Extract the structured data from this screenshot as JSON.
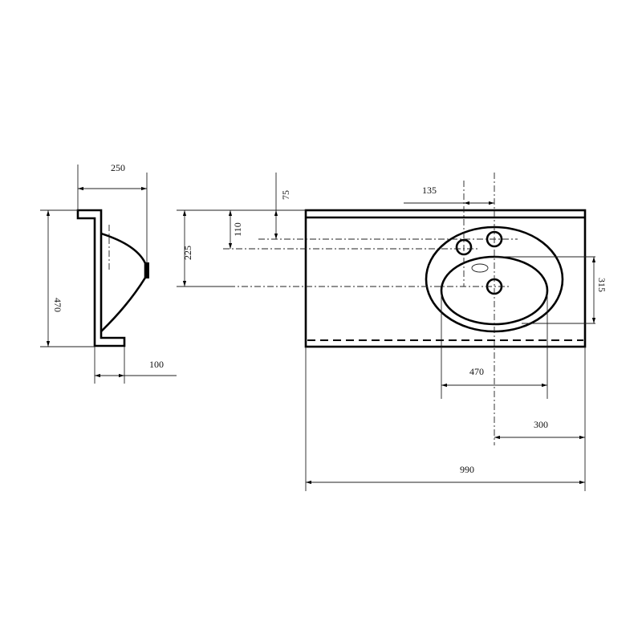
{
  "drawing": {
    "side_view": {
      "dim_depth": "250",
      "dim_height": "470",
      "dim_bottom_flange": "100"
    },
    "top_view": {
      "dim_225": "225",
      "dim_110": "110",
      "dim_75": "75",
      "dim_135": "135",
      "dim_315": "315",
      "dim_bowl_width": "470",
      "dim_drain_offset": "300",
      "dim_total_width": "990"
    }
  }
}
